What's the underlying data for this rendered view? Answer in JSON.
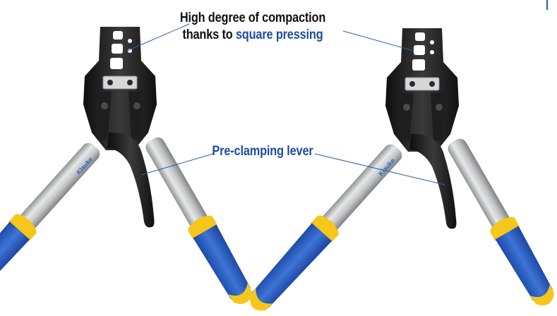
{
  "annotations": {
    "compaction": {
      "line1": "High degree of compaction",
      "line2_prefix": "thanks to ",
      "line2_accent": "square pressing"
    },
    "lever": {
      "label": "Pre-clamping lever"
    }
  },
  "colors": {
    "accent_text": "#1e4f9c",
    "grip_blue": "#2f5fc4",
    "grip_yellow": "#f6c61a",
    "handle_silver": "#b9bcbf",
    "head_black": "#1b1b1b",
    "callout_line": "#2f5fa8"
  }
}
